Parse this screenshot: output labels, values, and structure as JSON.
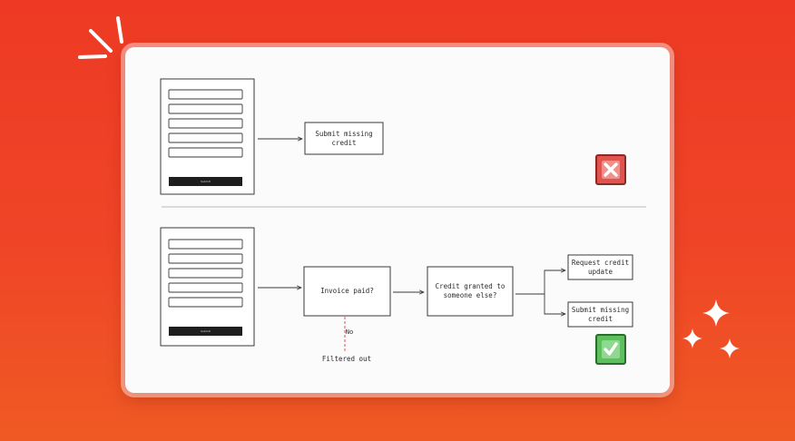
{
  "top_flow": {
    "form_button_label": "Submit",
    "action_label": "Submit missing credit",
    "status_icon": "cross-icon",
    "status_color": "#e0534e"
  },
  "bottom_flow": {
    "form_button_label": "Submit",
    "decision_1_label": "Invoice paid?",
    "decision_1_branch_label": "No",
    "decision_1_branch_result": "Filtered out",
    "decision_2_label": "Credit granted to someone else?",
    "outcome_1_label": "Request credit update",
    "outcome_2_label": "Submit missing credit",
    "status_icon": "check-icon",
    "status_color": "#5cc05c"
  },
  "colors": {
    "background": "#ee3a24",
    "card": "#fbfbfb",
    "stroke": "#3a3a3a",
    "branch_line": "#e0534e"
  }
}
